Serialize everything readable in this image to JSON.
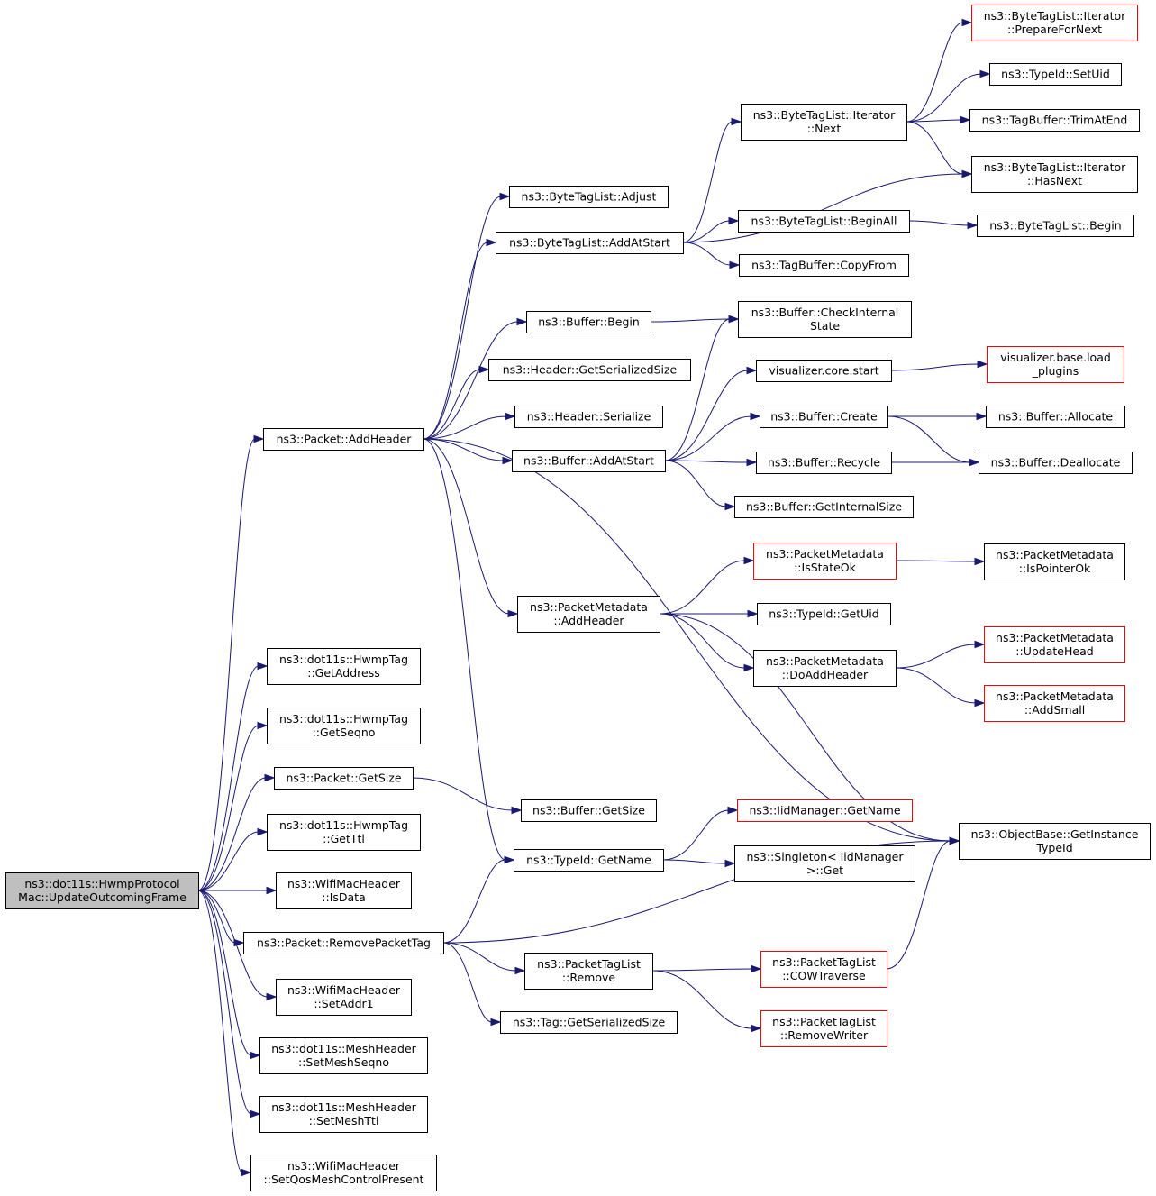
{
  "nodes": [
    {
      "id": "root",
      "lines": [
        "ns3::dot11s::HwmpProtocol",
        "Mac::UpdateOutcomingFrame"
      ],
      "style": "root"
    },
    {
      "id": "addheader",
      "lines": [
        "ns3::Packet::AddHeader"
      ],
      "style": "normal"
    },
    {
      "id": "hwmptag_getaddress",
      "lines": [
        "ns3::dot11s::HwmpTag",
        "::GetAddress"
      ],
      "style": "normal"
    },
    {
      "id": "hwmptag_getseqno",
      "lines": [
        "ns3::dot11s::HwmpTag",
        "::GetSeqno"
      ],
      "style": "normal"
    },
    {
      "id": "packet_getsize",
      "lines": [
        "ns3::Packet::GetSize"
      ],
      "style": "normal"
    },
    {
      "id": "hwmptag_getttl",
      "lines": [
        "ns3::dot11s::HwmpTag",
        "::GetTtl"
      ],
      "style": "normal"
    },
    {
      "id": "wifimac_isdata",
      "lines": [
        "ns3::WifiMacHeader",
        "::IsData"
      ],
      "style": "normal"
    },
    {
      "id": "removepackettag",
      "lines": [
        "ns3::Packet::RemovePacketTag"
      ],
      "style": "normal"
    },
    {
      "id": "wifimac_setaddr1",
      "lines": [
        "ns3::WifiMacHeader",
        "::SetAddr1"
      ],
      "style": "normal"
    },
    {
      "id": "mesh_setseqno",
      "lines": [
        "ns3::dot11s::MeshHeader",
        "::SetMeshSeqno"
      ],
      "style": "normal"
    },
    {
      "id": "mesh_setttl",
      "lines": [
        "ns3::dot11s::MeshHeader",
        "::SetMeshTtl"
      ],
      "style": "normal"
    },
    {
      "id": "wifimac_setqos",
      "lines": [
        "ns3::WifiMacHeader",
        "::SetQosMeshControlPresent"
      ],
      "style": "normal"
    },
    {
      "id": "btl_adjust",
      "lines": [
        "ns3::ByteTagList::Adjust"
      ],
      "style": "normal"
    },
    {
      "id": "btl_addatstart",
      "lines": [
        "ns3::ByteTagList::AddAtStart"
      ],
      "style": "normal"
    },
    {
      "id": "buffer_begin",
      "lines": [
        "ns3::Buffer::Begin"
      ],
      "style": "normal"
    },
    {
      "id": "header_getserializedsize",
      "lines": [
        "ns3::Header::GetSerializedSize"
      ],
      "style": "normal"
    },
    {
      "id": "header_serialize",
      "lines": [
        "ns3::Header::Serialize"
      ],
      "style": "normal"
    },
    {
      "id": "buffer_addatstart",
      "lines": [
        "ns3::Buffer::AddAtStart"
      ],
      "style": "normal"
    },
    {
      "id": "pm_addheader",
      "lines": [
        "ns3::PacketMetadata",
        "::AddHeader"
      ],
      "style": "normal"
    },
    {
      "id": "buffer_getsize",
      "lines": [
        "ns3::Buffer::GetSize"
      ],
      "style": "normal"
    },
    {
      "id": "typeid_getname",
      "lines": [
        "ns3::TypeId::GetName"
      ],
      "style": "normal"
    },
    {
      "id": "ptl_remove",
      "lines": [
        "ns3::PacketTagList",
        "::Remove"
      ],
      "style": "normal"
    },
    {
      "id": "tag_getserializedsize",
      "lines": [
        "ns3::Tag::GetSerializedSize"
      ],
      "style": "normal"
    },
    {
      "id": "btli_next",
      "lines": [
        "ns3::ByteTagList::Iterator",
        "::Next"
      ],
      "style": "normal"
    },
    {
      "id": "btl_beginall",
      "lines": [
        "ns3::ByteTagList::BeginAll"
      ],
      "style": "normal"
    },
    {
      "id": "tagbuffer_copyfrom",
      "lines": [
        "ns3::TagBuffer::CopyFrom"
      ],
      "style": "normal"
    },
    {
      "id": "buffer_checkinternalstate",
      "lines": [
        "ns3::Buffer::CheckInternal",
        "State"
      ],
      "style": "normal"
    },
    {
      "id": "viz_core_start",
      "lines": [
        "visualizer.core.start"
      ],
      "style": "normal"
    },
    {
      "id": "buffer_create",
      "lines": [
        "ns3::Buffer::Create"
      ],
      "style": "normal"
    },
    {
      "id": "buffer_recycle",
      "lines": [
        "ns3::Buffer::Recycle"
      ],
      "style": "normal"
    },
    {
      "id": "buffer_getinternalsize",
      "lines": [
        "ns3::Buffer::GetInternalSize"
      ],
      "style": "normal"
    },
    {
      "id": "pm_isstateok",
      "lines": [
        "ns3::PacketMetadata",
        "::IsStateOk"
      ],
      "style": "red"
    },
    {
      "id": "typeid_getuid",
      "lines": [
        "ns3::TypeId::GetUid"
      ],
      "style": "normal"
    },
    {
      "id": "pm_doaddheader",
      "lines": [
        "ns3::PacketMetadata",
        "::DoAddHeader"
      ],
      "style": "normal"
    },
    {
      "id": "iid_getname",
      "lines": [
        "ns3::IidManager::GetName"
      ],
      "style": "red"
    },
    {
      "id": "singleton_get",
      "lines": [
        "ns3::Singleton< IidManager",
        ">::Get"
      ],
      "style": "normal"
    },
    {
      "id": "ptl_cowtraverse",
      "lines": [
        "ns3::PacketTagList",
        "::COWTraverse"
      ],
      "style": "red"
    },
    {
      "id": "ptl_removewriter",
      "lines": [
        "ns3::PacketTagList",
        "::RemoveWriter"
      ],
      "style": "red"
    },
    {
      "id": "btli_prepare",
      "lines": [
        "ns3::ByteTagList::Iterator",
        "::PrepareForNext"
      ],
      "style": "red"
    },
    {
      "id": "typeid_setuid",
      "lines": [
        "ns3::TypeId::SetUid"
      ],
      "style": "normal"
    },
    {
      "id": "tagbuffer_trimatend",
      "lines": [
        "ns3::TagBuffer::TrimAtEnd"
      ],
      "style": "normal"
    },
    {
      "id": "btli_hasnext",
      "lines": [
        "ns3::ByteTagList::Iterator",
        "::HasNext"
      ],
      "style": "normal"
    },
    {
      "id": "btl_begin",
      "lines": [
        "ns3::ByteTagList::Begin"
      ],
      "style": "normal"
    },
    {
      "id": "viz_load_plugins",
      "lines": [
        "visualizer.base.load",
        "_plugins"
      ],
      "style": "red"
    },
    {
      "id": "buffer_allocate",
      "lines": [
        "ns3::Buffer::Allocate"
      ],
      "style": "normal"
    },
    {
      "id": "buffer_deallocate",
      "lines": [
        "ns3::Buffer::Deallocate"
      ],
      "style": "normal"
    },
    {
      "id": "pm_ispointerok",
      "lines": [
        "ns3::PacketMetadata",
        "::IsPointerOk"
      ],
      "style": "normal"
    },
    {
      "id": "pm_updatehead",
      "lines": [
        "ns3::PacketMetadata",
        "::UpdateHead"
      ],
      "style": "red"
    },
    {
      "id": "pm_addsmall",
      "lines": [
        "ns3::PacketMetadata",
        "::AddSmall"
      ],
      "style": "red"
    },
    {
      "id": "objectbase_getinstancetypeid",
      "lines": [
        "ns3::ObjectBase::GetInstance",
        "TypeId"
      ],
      "style": "normal"
    }
  ],
  "edges": [
    [
      "root",
      "addheader"
    ],
    [
      "root",
      "hwmptag_getaddress"
    ],
    [
      "root",
      "hwmptag_getseqno"
    ],
    [
      "root",
      "packet_getsize"
    ],
    [
      "root",
      "hwmptag_getttl"
    ],
    [
      "root",
      "wifimac_isdata"
    ],
    [
      "root",
      "removepackettag"
    ],
    [
      "root",
      "wifimac_setaddr1"
    ],
    [
      "root",
      "mesh_setseqno"
    ],
    [
      "root",
      "mesh_setttl"
    ],
    [
      "root",
      "wifimac_setqos"
    ],
    [
      "addheader",
      "btl_adjust"
    ],
    [
      "addheader",
      "btl_addatstart"
    ],
    [
      "addheader",
      "buffer_begin"
    ],
    [
      "addheader",
      "header_getserializedsize"
    ],
    [
      "addheader",
      "header_serialize"
    ],
    [
      "addheader",
      "buffer_addatstart"
    ],
    [
      "addheader",
      "pm_addheader"
    ],
    [
      "addheader",
      "typeid_getname"
    ],
    [
      "addheader",
      "objectbase_getinstancetypeid"
    ],
    [
      "packet_getsize",
      "buffer_getsize"
    ],
    [
      "removepackettag",
      "typeid_getname"
    ],
    [
      "removepackettag",
      "ptl_remove"
    ],
    [
      "removepackettag",
      "tag_getserializedsize"
    ],
    [
      "removepackettag",
      "objectbase_getinstancetypeid"
    ],
    [
      "btl_addatstart",
      "btli_next"
    ],
    [
      "btl_addatstart",
      "btli_hasnext"
    ],
    [
      "btl_addatstart",
      "btl_beginall"
    ],
    [
      "btl_addatstart",
      "tagbuffer_copyfrom"
    ],
    [
      "buffer_begin",
      "buffer_checkinternalstate"
    ],
    [
      "buffer_addatstart",
      "buffer_checkinternalstate"
    ],
    [
      "buffer_addatstart",
      "viz_core_start"
    ],
    [
      "buffer_addatstart",
      "buffer_create"
    ],
    [
      "buffer_addatstart",
      "buffer_recycle"
    ],
    [
      "buffer_addatstart",
      "buffer_getinternalsize"
    ],
    [
      "pm_addheader",
      "pm_isstateok"
    ],
    [
      "pm_addheader",
      "typeid_getuid"
    ],
    [
      "pm_addheader",
      "pm_doaddheader"
    ],
    [
      "pm_addheader",
      "objectbase_getinstancetypeid"
    ],
    [
      "typeid_getname",
      "iid_getname"
    ],
    [
      "typeid_getname",
      "singleton_get"
    ],
    [
      "ptl_remove",
      "ptl_cowtraverse"
    ],
    [
      "ptl_remove",
      "ptl_removewriter"
    ],
    [
      "btli_next",
      "btli_prepare"
    ],
    [
      "btli_next",
      "typeid_setuid"
    ],
    [
      "btli_next",
      "tagbuffer_trimatend"
    ],
    [
      "btli_next",
      "btli_hasnext"
    ],
    [
      "btl_beginall",
      "btl_begin"
    ],
    [
      "viz_core_start",
      "viz_load_plugins"
    ],
    [
      "buffer_create",
      "buffer_allocate"
    ],
    [
      "buffer_create",
      "buffer_deallocate"
    ],
    [
      "buffer_recycle",
      "buffer_deallocate"
    ],
    [
      "pm_isstateok",
      "pm_ispointerok"
    ],
    [
      "pm_doaddheader",
      "pm_updatehead"
    ],
    [
      "pm_doaddheader",
      "pm_addsmall"
    ],
    [
      "ptl_cowtraverse",
      "objectbase_getinstancetypeid"
    ]
  ]
}
